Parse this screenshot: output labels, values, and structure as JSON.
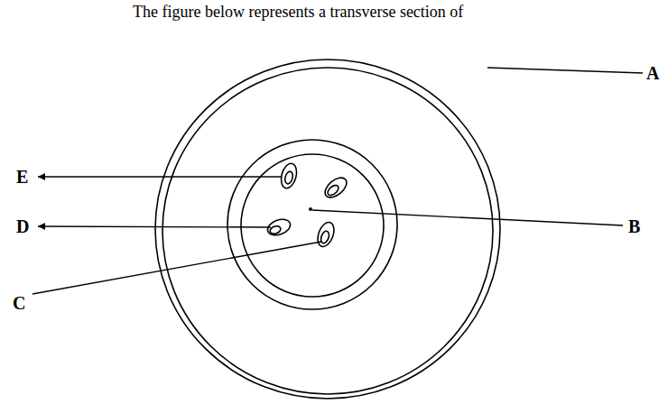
{
  "diagram": {
    "labels": [
      "The figure below represents a transverse section of",
      "A",
      "E",
      "B",
      "D",
      "C"
    ]
  }
}
